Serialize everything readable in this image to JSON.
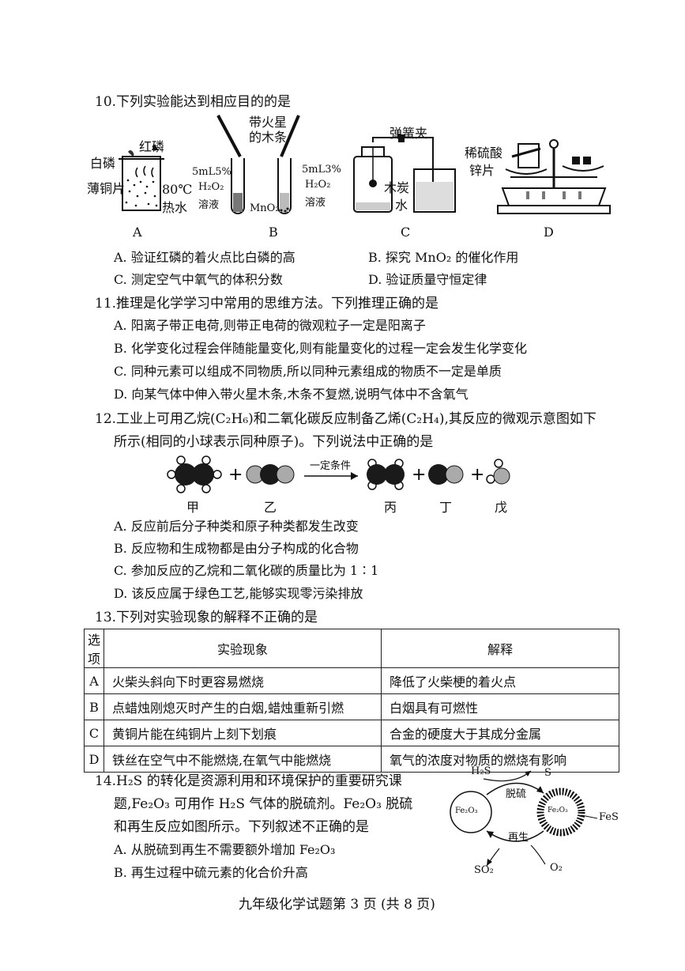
{
  "q10": {
    "stem": "10.下列实验能达到相应目的的是",
    "figA": {
      "white_p": "白磷",
      "red_p": "红磷",
      "copper": "薄铜片",
      "temp": "80℃",
      "water": "热水",
      "caption": "A"
    },
    "figB": {
      "splint_line1": "带火星",
      "splint_line2": "的木条",
      "left_line1": "5mL5%",
      "left_line2": "H₂O₂",
      "left_line3": "溶液",
      "right_line1": "5mL3%",
      "right_line2": "H₂O₂",
      "right_line3": "溶液",
      "mno2": "MnO₂",
      "caption": "B"
    },
    "figC": {
      "clamp": "弹簧夹",
      "charcoal": "木炭",
      "water": "水",
      "caption": "C"
    },
    "figD": {
      "acid": "稀硫酸",
      "zinc": "锌片",
      "caption": "D"
    },
    "options": [
      "A. 验证红磷的着火点比白磷的高",
      "B. 探究 MnO₂ 的催化作用",
      "C. 测定空气中氧气的体积分数",
      "D. 验证质量守恒定律"
    ]
  },
  "q11": {
    "stem": "11.推理是化学学习中常用的思维方法。下列推理正确的是",
    "options": [
      "A. 阳离子带正电荷,则带正电荷的微观粒子一定是阳离子",
      "B. 化学变化过程会伴随能量变化,则有能量变化的过程一定会发生化学变化",
      "C. 同种元素可以组成不同物质,所以同种元素组成的物质不一定是单质",
      "D. 向某气体中伸入带火星木条,木条不复燃,说明气体中不含氧气"
    ]
  },
  "q12": {
    "stem_line1": "12.工业上可用乙烷(C₂H₆)和二氧化碳反应制备乙烯(C₂H₄),其反应的微观示意图如下",
    "stem_line2": "所示(相同的小球表示同种原子)。下列说法中正确的是",
    "condition": "一定条件",
    "labels": [
      "甲",
      "乙",
      "丙",
      "丁",
      "戊"
    ],
    "options": [
      "A. 反应前后分子种类和原子种类都发生改变",
      "B. 反应物和生成物都是由分子构成的化合物",
      "C. 参加反应的乙烷和二氧化碳的质量比为 1∶1",
      "D. 该反应属于绿色工艺,能够实现零污染排放"
    ]
  },
  "q13": {
    "stem": "13.下列对实验现象的解释不正确的是",
    "headers": [
      "选项",
      "实验现象",
      "解释"
    ],
    "rows": [
      [
        "A",
        "火柴头斜向下时更容易燃烧",
        "降低了火柴梗的着火点"
      ],
      [
        "B",
        "点蜡烛刚熄灭时产生的白烟,蜡烛重新引燃",
        "白烟具有可燃性"
      ],
      [
        "C",
        "黄铜片能在纯铜片上刻下划痕",
        "合金的硬度大于其成分金属"
      ],
      [
        "D",
        "铁丝在空气中不能燃烧,在氧气中能燃烧",
        "氧气的浓度对物质的燃烧有影响"
      ]
    ]
  },
  "q14": {
    "stem_line1": "14.H₂S 的转化是资源利用和环境保护的重要研究课",
    "stem_line2": "题,Fe₂O₃ 可用作 H₂S 气体的脱硫剂。Fe₂O₃ 脱硫",
    "stem_line3": "和再生反应如图所示。下列叙述不正确的是",
    "options": [
      "A. 从脱硫到再生不需要额外增加 Fe₂O₃",
      "B. 再生过程中硫元素的化合价升高"
    ],
    "diagram": {
      "h2s": "H₂S",
      "s": "S",
      "desulf": "脱硫",
      "fe2o3_left": "Fe₂O₃",
      "fe2o3_right": "Fe₂O₃",
      "fes": "FeS",
      "regen": "再生",
      "so2": "SO₂",
      "o2": "O₂"
    }
  },
  "footer": "九年级化学试题第 3 页 (共 8 页)"
}
